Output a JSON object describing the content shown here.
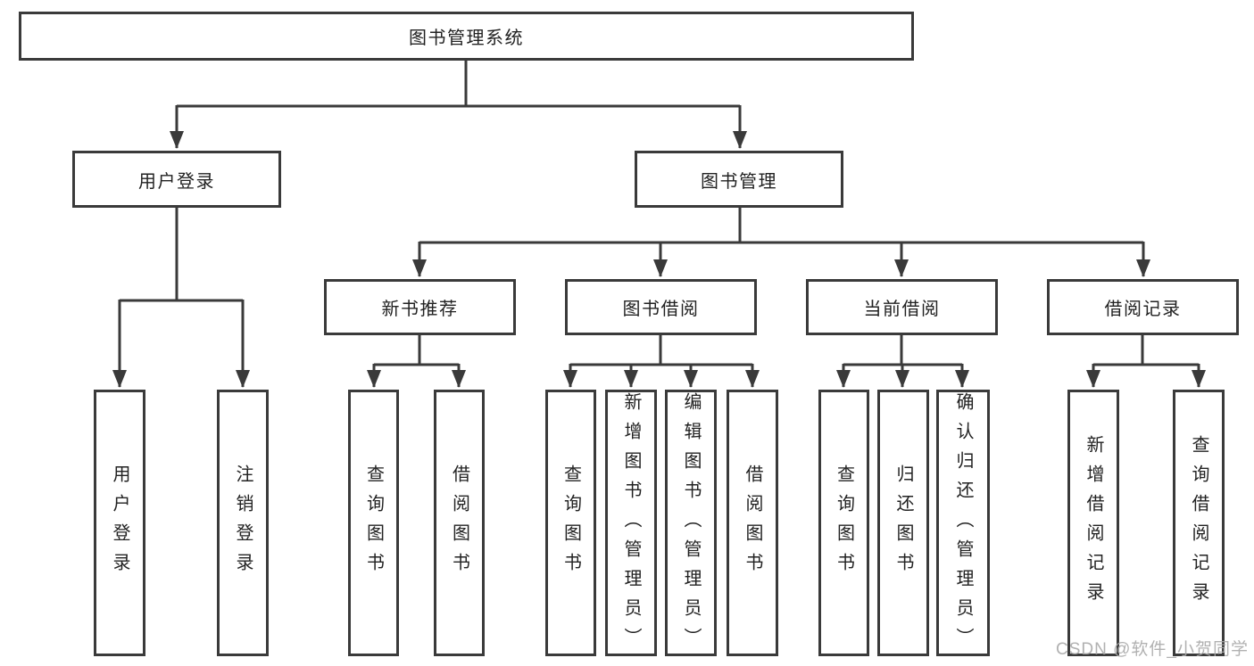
{
  "tree": {
    "label": "图书管理系统",
    "children": [
      {
        "label": "用户登录",
        "children": [
          {
            "label": "用户登录"
          },
          {
            "label": "注销登录"
          }
        ]
      },
      {
        "label": "图书管理",
        "children": [
          {
            "label": "新书推荐",
            "children": [
              {
                "label": "查询图书"
              },
              {
                "label": "借阅图书"
              }
            ]
          },
          {
            "label": "图书借阅",
            "children": [
              {
                "label": "查询图书"
              },
              {
                "label": "新增图书（管理员）"
              },
              {
                "label": "编辑图书（管理员）"
              },
              {
                "label": "借阅图书"
              }
            ]
          },
          {
            "label": "当前借阅",
            "children": [
              {
                "label": "查询图书"
              },
              {
                "label": "归还图书"
              },
              {
                "label": "确认归还（管理员）"
              }
            ]
          },
          {
            "label": "借阅记录",
            "children": [
              {
                "label": "新增借阅记录"
              },
              {
                "label": "查询借阅记录"
              }
            ]
          }
        ]
      }
    ]
  },
  "watermark": "CSDN @软件_小贺同学",
  "colors": {
    "line": "#3a3a3a",
    "text": "#222222",
    "watermark": "#a8a8a8",
    "background": "#ffffff"
  }
}
